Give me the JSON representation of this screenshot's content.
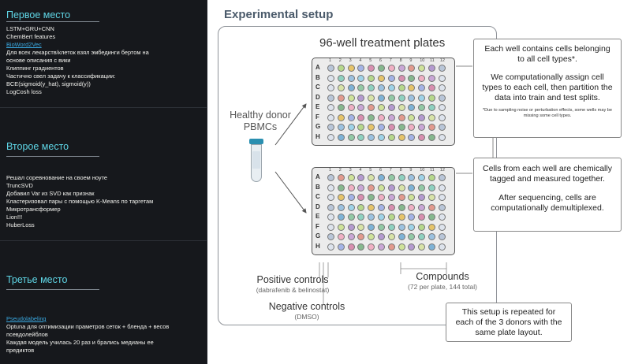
{
  "left_panel": {
    "sections": [
      {
        "title": "Первое место",
        "items": [
          {
            "text": "LSTM+GRU+CNN",
            "link": false
          },
          {
            "text": "ChemBert features",
            "link": false
          },
          {
            "text": "BioWord2Vec",
            "link": true
          },
          {
            "text": "Для всех лекарств/клеток взял эмбединги бертом на",
            "link": false
          },
          {
            "text": "основе описания с вики",
            "link": false
          },
          {
            "text": "Клиппинг градиентов",
            "link": false
          },
          {
            "text": "Частично свел задачу к классификации:",
            "link": false
          },
          {
            "text": "BCE(sigmoid(y_hat), sigmoid(y))",
            "link": false
          },
          {
            "text": "LogCosh loss",
            "link": false
          }
        ]
      },
      {
        "title": "Второе место",
        "items": [
          {
            "text": "Решал соревнование на своем ноуте",
            "link": false
          },
          {
            "text": "TruncSVD",
            "link": false
          },
          {
            "text": "Добавил Var из SVD как признак",
            "link": false
          },
          {
            "text": "Кластеризовал пары с помощью K-Means по таргетам",
            "link": false
          },
          {
            "text": "Микротрансформер",
            "link": false
          },
          {
            "text": "Lion!!!",
            "link": false
          },
          {
            "text": "HuberLoss",
            "link": false
          }
        ]
      },
      {
        "title": "Третье место",
        "items": [
          {
            "text": "Pseudolabeling",
            "link": true
          },
          {
            "text": "Optuna для оптимизации праметров сеток + бленда + весов",
            "link": false
          },
          {
            "text": "псевдолейблов",
            "link": false
          },
          {
            "text": "Каждая модель училась 20 раз и брались медианы ее",
            "link": false
          },
          {
            "text": "предиктов",
            "link": false
          }
        ]
      }
    ]
  },
  "figure": {
    "title": "Experimental setup",
    "plates_label": "96-well treatment plates",
    "donor_label_1": "Healthy donor",
    "donor_label_2": "PBMCs",
    "row_labels": [
      "A",
      "B",
      "C",
      "D",
      "E",
      "F",
      "G",
      "H"
    ],
    "col_labels": [
      "1",
      "2",
      "3",
      "4",
      "5",
      "6",
      "7",
      "8",
      "9",
      "10",
      "11",
      "12"
    ],
    "positive_controls": "Positive controls",
    "positive_controls_sub": "(dabrafenib & belinostat)",
    "negative_controls": "Negative controls",
    "negative_controls_sub": "(DMSO)",
    "compounds": "Compounds",
    "compounds_sub": "(72 per plate, 144 total)",
    "box1_main": "Each well contains cells belonging to all cell types*.",
    "box1_detail": "We computationally assign cell types to each cell, then partition the data into train and test splits.",
    "box1_note": "*Due to sampling noise or perturbation effects, some wells may be missing some cell types.",
    "box2_main": "Cells from each well are chemically tagged and measured together.",
    "box2_detail": "After sequencing, cells are computationally demultiplexed.",
    "box3": "This setup is repeated for each of the 3 donors with the same plate layout."
  },
  "colors": {
    "panel_bg": "#16181c",
    "section_title": "#5fd6e6",
    "link": "#39a8e0",
    "well_palette": [
      "#9fd3e8",
      "#d8e3a8",
      "#f0b0c4",
      "#b6d88c",
      "#7fb3d6",
      "#c9a7d6",
      "#e6c46a",
      "#93c9a6",
      "#e29a8e",
      "#a4b4e6",
      "#8fd1c0",
      "#cfe39a",
      "#d88fb0",
      "#9cc2e0",
      "#b49ad0",
      "#86b88e"
    ]
  }
}
